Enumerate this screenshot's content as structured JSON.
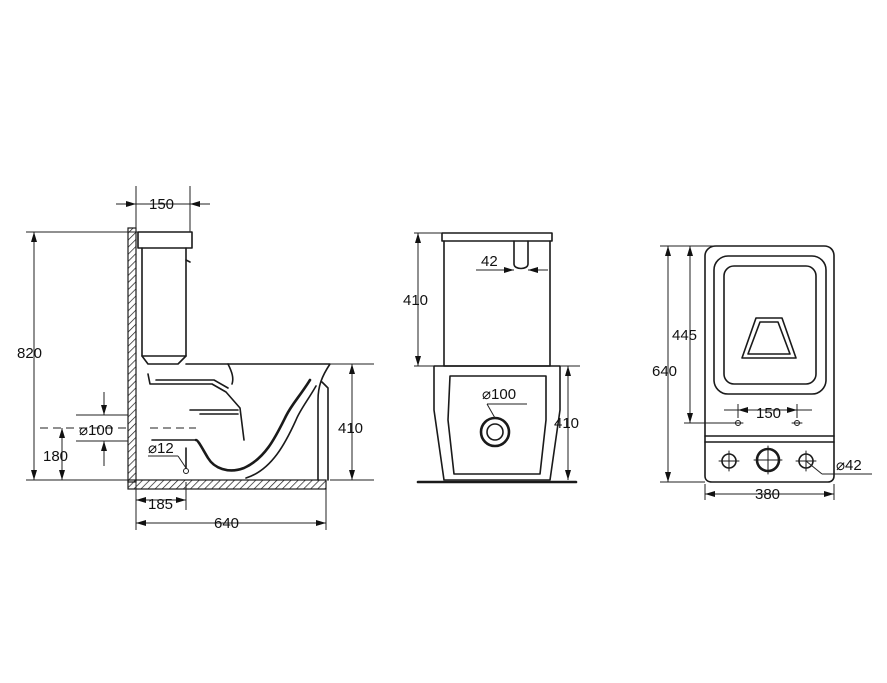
{
  "side_view": {
    "dim_tank_depth": "150",
    "dim_total_height": "820",
    "dim_outlet_diameter": "⌀100",
    "dim_outlet_height": "180",
    "dim_inlet_diameter": "⌀12",
    "dim_seat_height": "410",
    "dim_inlet_offset": "185",
    "dim_total_length": "640"
  },
  "front_view": {
    "dim_button": "42",
    "dim_tank_height": "410",
    "dim_outlet_diameter": "⌀100",
    "dim_bowl_height": "410"
  },
  "top_view": {
    "dim_seat_to_holes": "445",
    "dim_total_length": "640",
    "dim_hole_spacing": "150",
    "dim_hole_diameter": "⌀42",
    "dim_width": "380"
  }
}
